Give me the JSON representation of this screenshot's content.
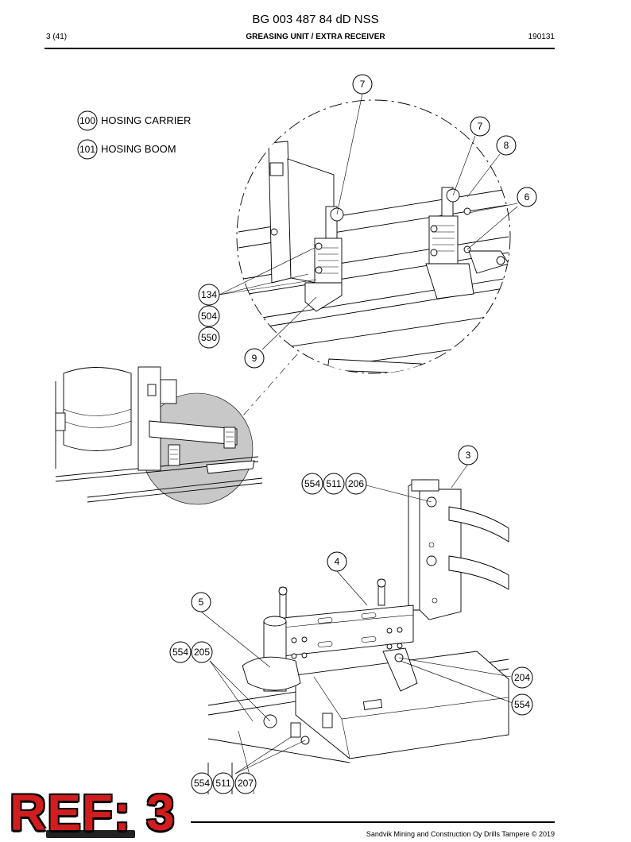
{
  "header": {
    "doc_number": "BG 003 487 84 dD NSS",
    "page": "3 (41)",
    "section": "GREASING UNIT / EXTRA RECEIVER",
    "date_code": "190131"
  },
  "legend": [
    {
      "num": "100",
      "label": "HOSING CARRIER"
    },
    {
      "num": "101",
      "label": "HOSING BOOM"
    }
  ],
  "callouts": {
    "detail_7a": "7",
    "detail_7b": "7",
    "detail_8": "8",
    "detail_6": "6",
    "detail_134": "134",
    "detail_504": "504",
    "detail_550": "550",
    "detail_9": "9",
    "main_3": "3",
    "main_554a": "554",
    "main_511a": "511",
    "main_206": "206",
    "main_4": "4",
    "main_5": "5",
    "main_554b": "554",
    "main_205": "205",
    "main_204": "204",
    "main_554c": "554",
    "main_554d": "554",
    "main_511b": "511",
    "main_207": "207"
  },
  "footer": {
    "copyright": "Sandvik Mining and Construction Oy Drills Tampere © 2019"
  },
  "stamp": {
    "ref": "REF: 3"
  }
}
